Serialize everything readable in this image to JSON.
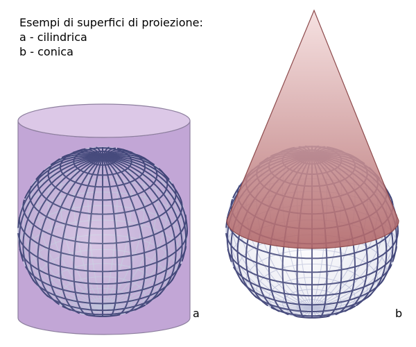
{
  "caption": {
    "title": "Esempi di superfici di proiezione:",
    "line_a": "a - cilindrica",
    "line_b": "b - conica"
  },
  "labels": {
    "a": "a",
    "b": "b"
  },
  "colors": {
    "cylinder_fill": "#c5acd8",
    "cylinder_top": "#dccbe8",
    "cylinder_stroke": "#8a7a9a",
    "cone_top": "#f1d3d3",
    "cone_bottom": "#b26a6c",
    "cone_stroke": "#8d4a4c",
    "grid_dark": "#3b3f72",
    "grid_light": "#c7cbe0"
  }
}
